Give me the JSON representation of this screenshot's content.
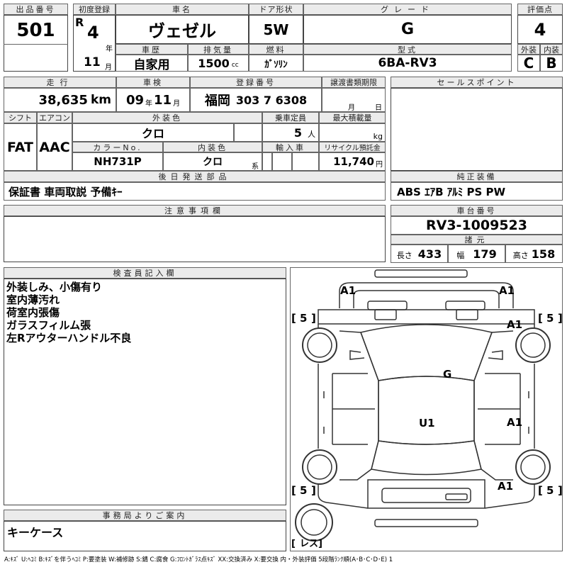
{
  "labels": {
    "lot_no": "出品番号",
    "first_reg": "初度登録",
    "car_name": "車名",
    "door": "ドア形状",
    "grade": "グレード",
    "score": "評価点",
    "history": "車歴",
    "displacement": "排気量",
    "fuel": "燃料",
    "model": "型式",
    "exterior": "外装",
    "interior": "内装",
    "mileage": "走行",
    "inspection": "車検",
    "reg_no": "登録番号",
    "transfer": "譲渡書類期限",
    "sales_point": "セールスポイント",
    "shift": "シフト",
    "aircon": "エアコン",
    "ext_color": "外装色",
    "capacity": "乗車定員",
    "max_load": "最大積載量",
    "color_no": "カラーNo.",
    "int_color": "内装色",
    "import": "輸入車",
    "recycle": "リサイクル預託金",
    "accessories": "後日発送部品",
    "equipment": "純正装備",
    "caution": "注意事項欄",
    "chassis_no": "車台番号",
    "specs": "諸元",
    "inspector": "検査員記入欄",
    "office": "事務局よりご案内",
    "year_unit": "年",
    "month_unit": "月",
    "day_unit": "日",
    "km_unit": "km",
    "cc_unit": "cc",
    "person_unit": "人",
    "kg_unit": "kg",
    "yen_unit": "円",
    "kei": "系",
    "length": "長さ",
    "width": "幅",
    "height": "高さ"
  },
  "values": {
    "lot_no": "501",
    "era": "R",
    "year": "4",
    "car_name": "ヴェゼル",
    "door": "5W",
    "grade": "G",
    "score": "4",
    "month": "11",
    "history": "自家用",
    "displacement": "1500",
    "fuel": "ｶﾞｿﾘﾝ",
    "model": "6BA-RV3",
    "exterior": "C",
    "interior": "B",
    "mileage": "38,635",
    "insp_year": "09",
    "insp_month": "11",
    "reg_area": "福岡",
    "reg_number": "303 7 6308",
    "shift": "FAT",
    "aircon": "AAC",
    "ext_color": "クロ",
    "capacity": "5",
    "color_no": "NH731P",
    "int_color": "クロ",
    "recycle": "11,740",
    "accessories": "保証書 車両取説 予備ｷｰ",
    "equipment": "ABS ｴｱB ｱﾙﾐ PS PW",
    "chassis_no": "RV3-1009523",
    "length": "433",
    "width": "179",
    "height": "158",
    "office_note": "キーケース"
  },
  "inspector_notes": [
    "外装しみ、小傷有り",
    "室内薄汚れ",
    "荷室内張傷",
    "ガラスフィルム張",
    "左Rアウターハンドル不良"
  ],
  "diagram": {
    "marks": {
      "front_left": "A1",
      "front_right": "A1",
      "right_front_fender": "A1",
      "windshield": "G",
      "roof": "U1",
      "right_rear_door": "A1",
      "rear_right": "A1"
    },
    "tires": {
      "front_left": "5",
      "front_right": "5",
      "rear_left": "5",
      "rear_right": "5",
      "spare": "レス"
    }
  },
  "legend": "A:ｷｽﾞ U:ﾍｺﾐ B:ｷｽﾞを伴うﾍｺﾐ P:要塗装 W:補修跡 S:錆 C:腐食 G:ﾌﾛﾝﾄｶﾞﾗｽ点ｷｽﾞ XX:交換済み X:要交換 内・外装評価 5段階ﾗﾝｸ順(A･B･C･D･E) 1"
}
